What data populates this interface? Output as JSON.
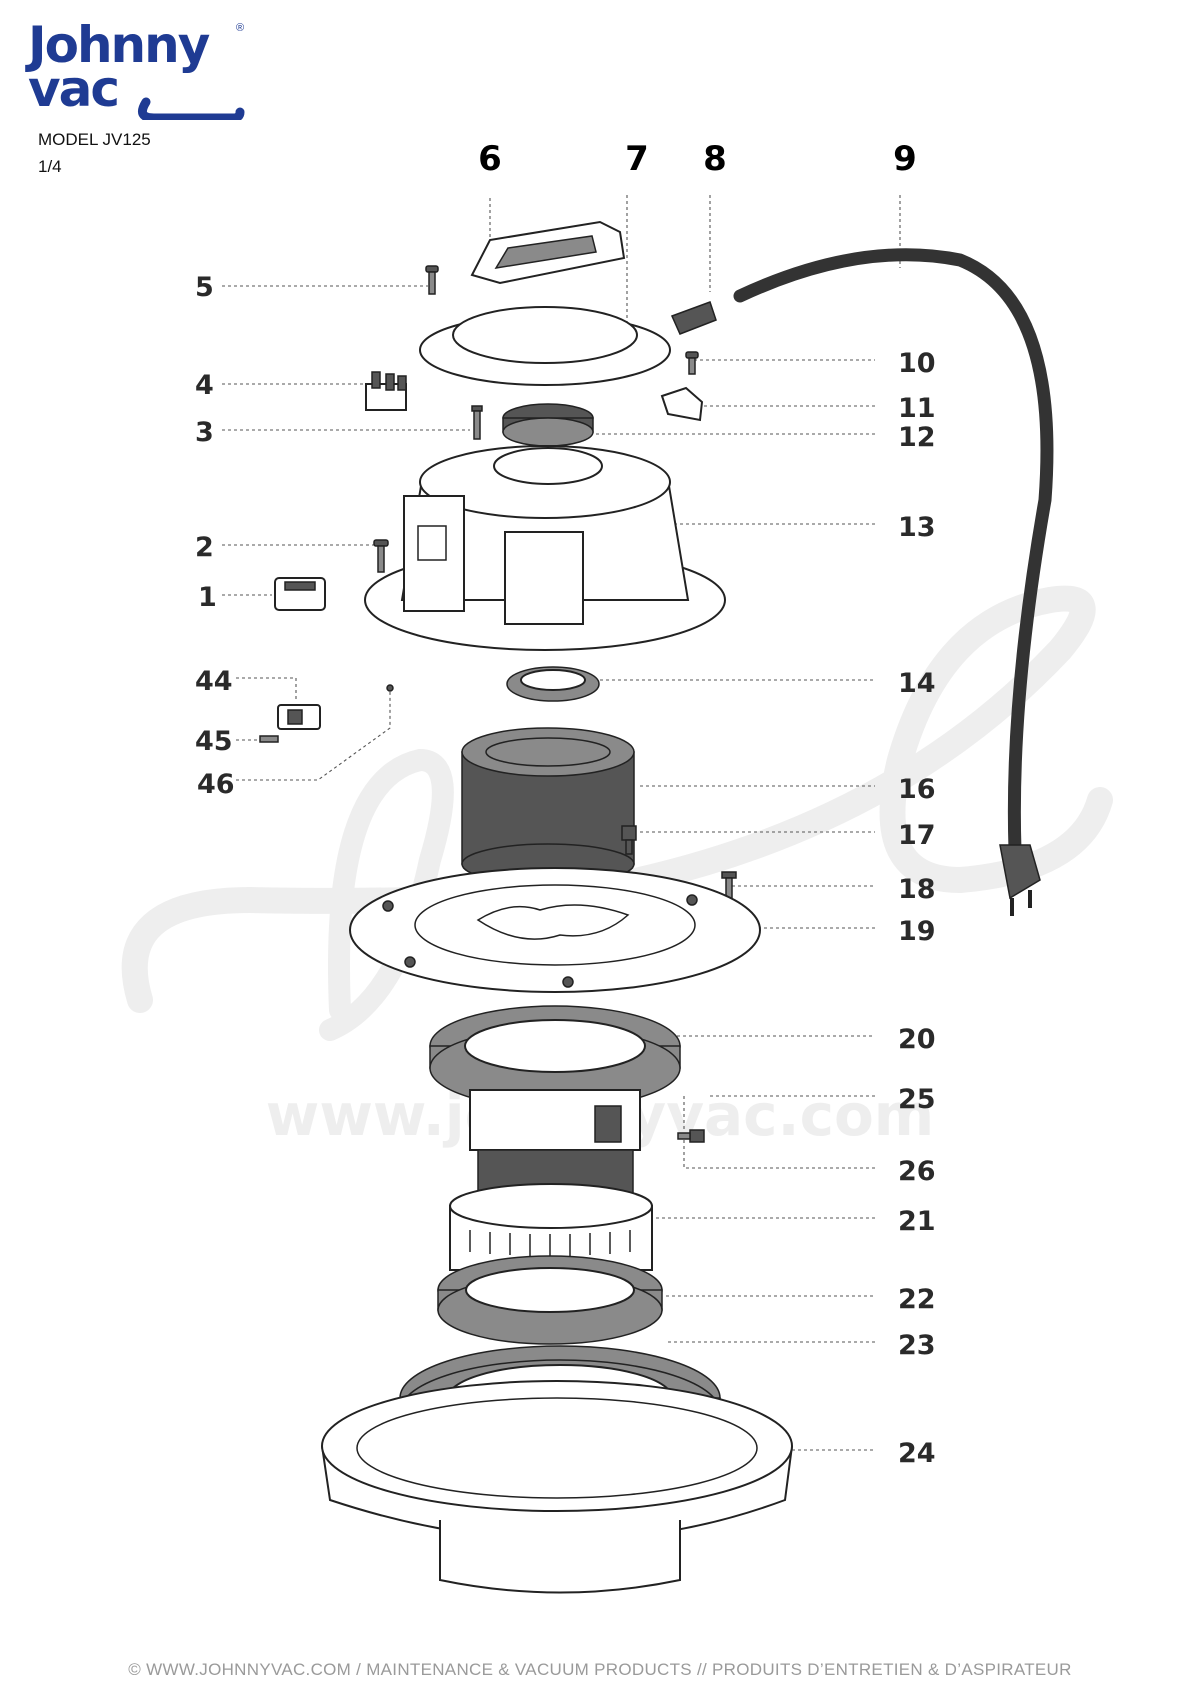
{
  "brand": {
    "line1": "Johnny",
    "line2": "vac",
    "registered": "®",
    "color": "#1f3b93"
  },
  "header": {
    "model": "MODEL JV125",
    "page": "1/4"
  },
  "watermark": {
    "url": "www.johnnyvac.com"
  },
  "callouts": {
    "n1": "1",
    "n2": "2",
    "n3": "3",
    "n4": "4",
    "n5": "5",
    "n6": "6",
    "n7": "7",
    "n8": "8",
    "n9": "9",
    "n10": "10",
    "n11": "11",
    "n12": "12",
    "n13": "13",
    "n14": "14",
    "n16": "16",
    "n17": "17",
    "n18": "18",
    "n19": "19",
    "n20": "20",
    "n21": "21",
    "n22": "22",
    "n23": "23",
    "n24": "24",
    "n25": "25",
    "n26": "26",
    "n44": "44",
    "n45": "45",
    "n46": "46"
  },
  "footer": {
    "text": "© WWW.JOHNNYVAC.COM / MAINTENANCE & VACUUM PRODUCTS  //  PRODUITS D’ENTRETIEN & D’ASPIRATEUR"
  }
}
